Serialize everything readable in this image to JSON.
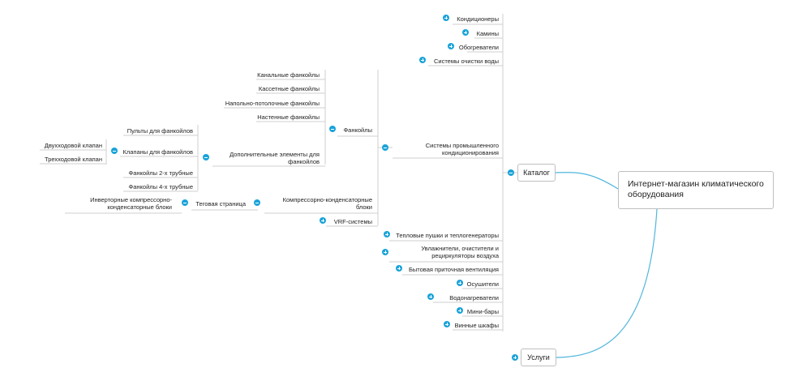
{
  "root": {
    "line1": "Интернет-магазин климатического",
    "line2": "оборудования"
  },
  "branches": {
    "catalog": "Каталог",
    "services": "Услуги"
  },
  "catalog_items": {
    "conditioners": "Кондиционеры",
    "fireplaces": "Камины",
    "heaters": "Обогреватели",
    "water_purification": "Системы очистки воды",
    "industrial_ac_1": "Системы промышленного",
    "industrial_ac_2": "кондиционирования",
    "heat_guns": "Тепловые пушки и теплогенераторы",
    "humidifiers_1": "Увлажнители, очистители и",
    "humidifiers_2": "рециркуляторы воздуха",
    "ventilation": "Бытовая приточная вентиляция",
    "dehumidifiers": "Осушители",
    "water_heaters": "Водонагреватели",
    "minibars": "Мини-бары",
    "wine_cabinets": "Винные шкафы"
  },
  "industrial_children": {
    "fancoils": "Фанкойлы",
    "compressor_1": "Компрессорно-конденсаторные",
    "compressor_2": "блоки",
    "vrf": "VRF-системы"
  },
  "fancoil_children": {
    "channel": "Канальные фанкойлы",
    "cassette": "Кассетные фанкойлы",
    "floor_ceiling": "Напольно-потолочные фанкойлы",
    "wall": "Настенные фанкойлы",
    "additional_1": "Дополнительные элементы для",
    "additional_2": "фанкойлов"
  },
  "additional_children": {
    "remotes": "Пульты для фанкойлов",
    "valves": "Клапаны для фанкойлов",
    "two_pipe": "Фанкойлы 2-х трубные",
    "four_pipe": "Фанкойлы 4-х трубные"
  },
  "valve_children": {
    "two_way": "Двухходовой клапан",
    "three_way": "Трехходовой клапан"
  },
  "compressor_children": {
    "tag_page": "Теговая страница"
  },
  "tag_children": {
    "inverter_1": "Инверторные компрессорно-",
    "inverter_2": "конденсаторные блоки"
  },
  "colors": {
    "accent": "#1aa3d9",
    "connector": "#4fb6dc",
    "line": "#cfcfcf"
  }
}
